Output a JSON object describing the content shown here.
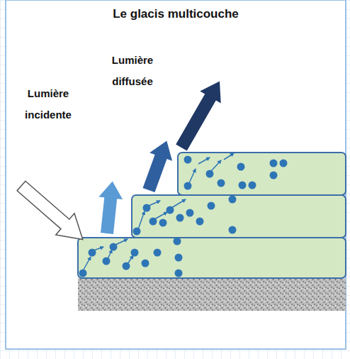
{
  "diagram": {
    "title": "Le glacis multicouche",
    "labels": [
      "Lumière incidente",
      "Lumière diffusée"
    ]
  }
}
